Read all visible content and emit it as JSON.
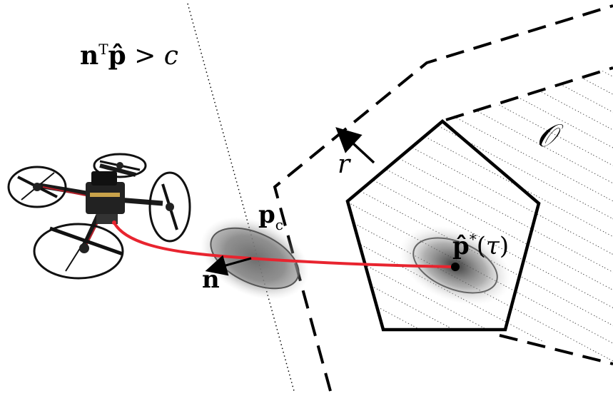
{
  "labels": {
    "halfspace_n": "n",
    "halfspace_T": "T",
    "halfspace_p": "p̂",
    "halfspace_gt": " > ",
    "halfspace_c": "c",
    "pc_main": "p",
    "pc_sub": "c",
    "normal": "n",
    "radius": "r",
    "obstacle": "𝒪",
    "pstar_main": "p̂",
    "pstar_sup": "*",
    "pstar_open": "(",
    "pstar_tau": "τ",
    "pstar_close": ")"
  },
  "colors": {
    "trajectory": "#e8242f",
    "line": "#000000",
    "ellipse_fill": "#8a8a8a",
    "ellipse_stroke": "#555555"
  },
  "icons": {
    "vehicle": "quadrotor-drone-icon"
  }
}
